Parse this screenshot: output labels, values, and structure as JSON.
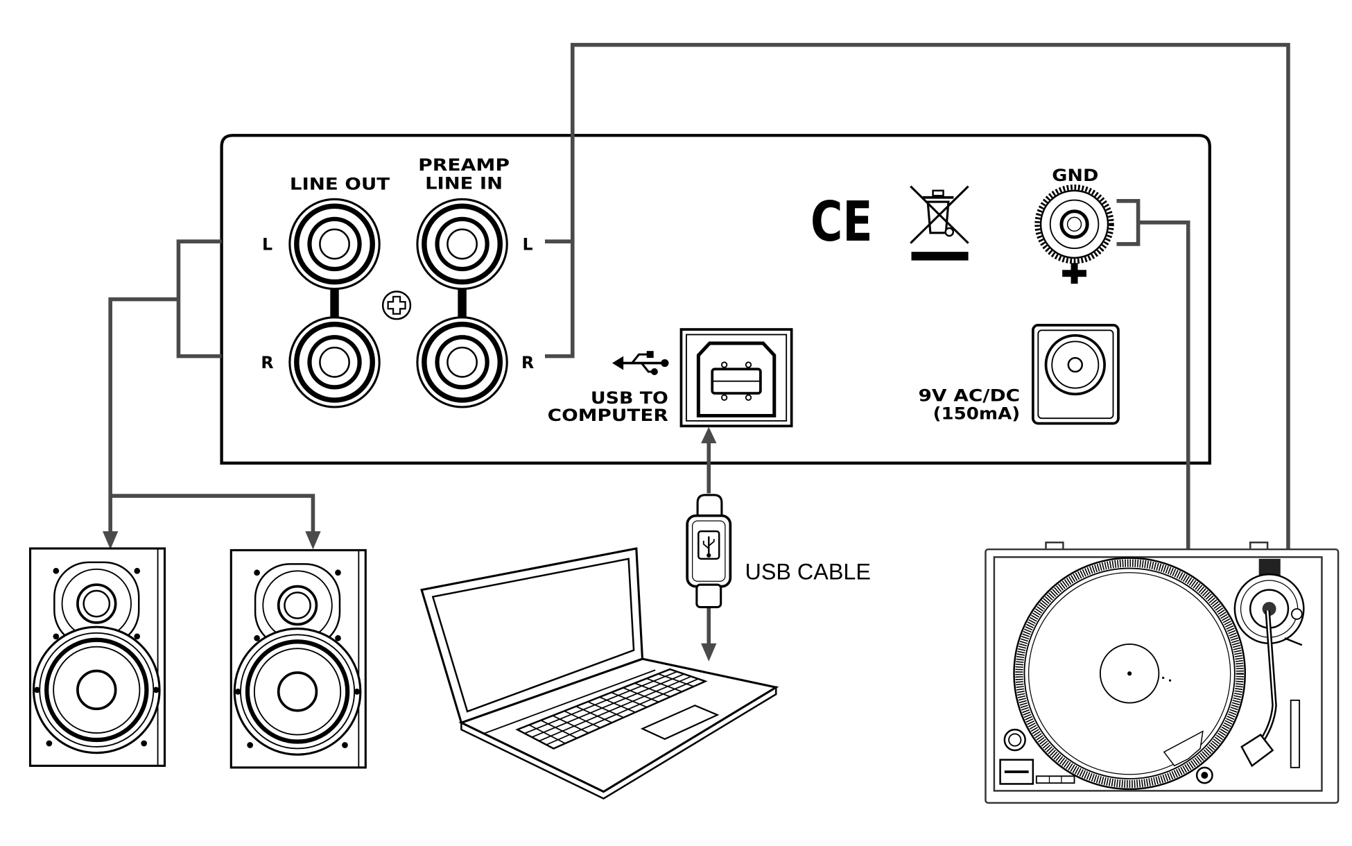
{
  "diagram": {
    "line_out": {
      "title": "LINE OUT",
      "left_channel": "L",
      "right_channel": "R"
    },
    "preamp_line_in": {
      "title_line1": "PREAMP",
      "title_line2": "LINE IN",
      "left_channel": "L",
      "right_channel": "R"
    },
    "usb_port": {
      "label_line1": "USB TO",
      "label_line2": "COMPUTER"
    },
    "compliance": {
      "ce_mark": "CE"
    },
    "ground_terminal": {
      "label": "GND"
    },
    "power_input": {
      "label_line1": "9V AC/DC",
      "label_line2": "(150mA)"
    },
    "usb_cable": {
      "label": "USB CABLE"
    }
  },
  "icons": {
    "usb_symbol": "usb-icon",
    "recycling_notice": "weee-crossed-bin-icon",
    "chassis_ground": "ground-icon",
    "panel_ground": "ground-plus-icon"
  },
  "colors": {
    "ink": "#000000",
    "wire": "#4a4a4a",
    "background": "#ffffff"
  }
}
